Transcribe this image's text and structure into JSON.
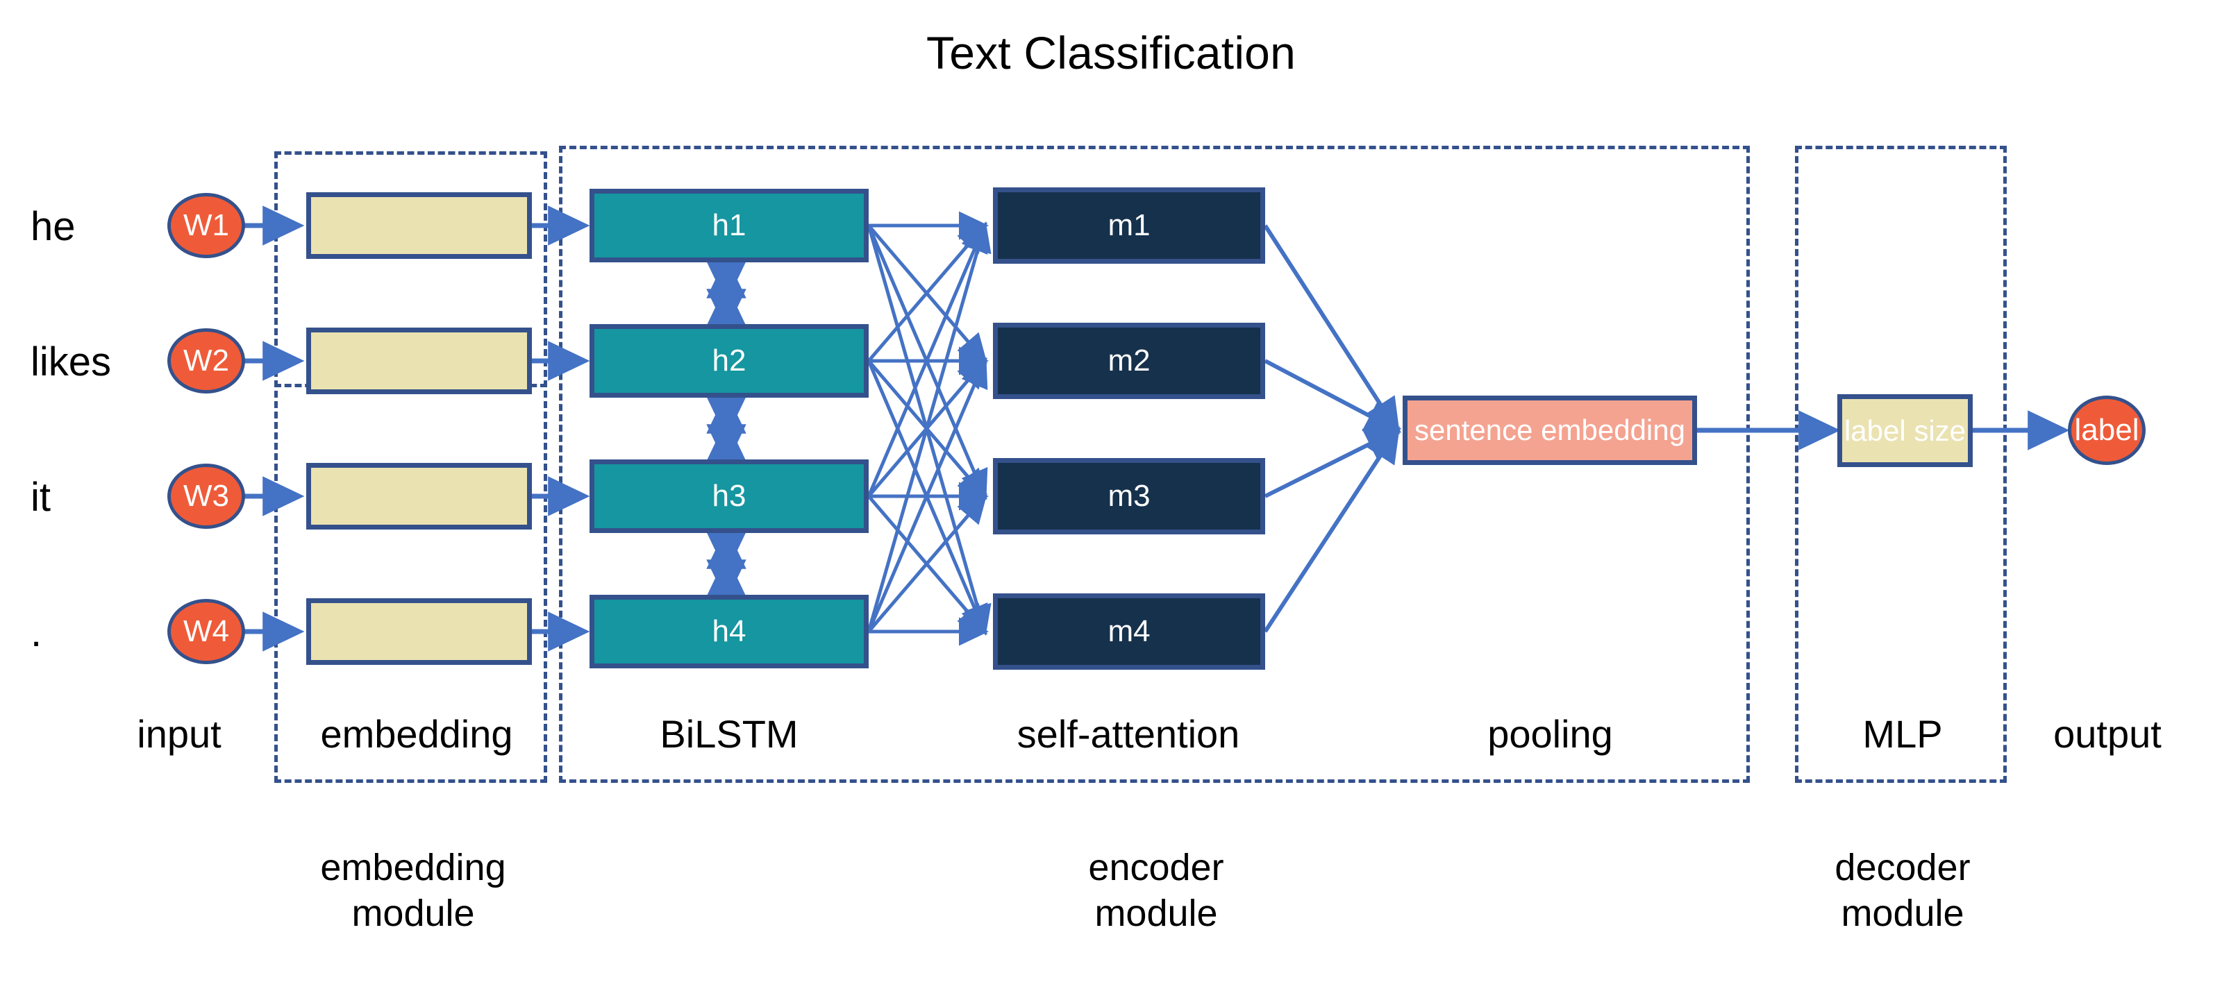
{
  "title": "Text Classification",
  "colors": {
    "stroke_blue": "#34518C",
    "arrow_blue": "#4472C4",
    "word_circle": "#EF5B39",
    "embedding_fill": "#EAE2B1",
    "bilstm_fill": "#1596A0",
    "attention_fill": "#16314C",
    "sentence_fill": "#F4A391",
    "background": "#FFFFFF",
    "text_dark": "#000000",
    "text_light": "#FFFFFF"
  },
  "input_words": [
    "he",
    "likes",
    "it",
    "."
  ],
  "word_tokens": [
    "W1",
    "W2",
    "W3",
    "W4"
  ],
  "embedding_boxes": [
    "",
    "",
    "",
    ""
  ],
  "bilstm_states": [
    "h1",
    "h2",
    "h3",
    "h4"
  ],
  "attention_states": [
    "m1",
    "m2",
    "m3",
    "m4"
  ],
  "pooling_box": "sentence embedding",
  "mlp_box": "label size",
  "output_node": "label",
  "stage_captions": {
    "input": "input",
    "embedding": "embedding",
    "bilstm": "BiLSTM",
    "self_attention": "self-attention",
    "pooling": "pooling",
    "mlp": "MLP",
    "output": "output"
  },
  "module_labels": {
    "embedding_module": "embedding\nmodule",
    "encoder_module": "encoder\nmodule",
    "decoder_module": "decoder\nmodule"
  },
  "chart_data": {
    "type": "diagram",
    "title": "Text Classification",
    "description": "Neural text classification pipeline: input tokens -> embedding -> BiLSTM -> self-attention -> pooling -> MLP -> label",
    "layers": [
      {
        "name": "input",
        "nodes": [
          "he",
          "likes",
          "it",
          "."
        ]
      },
      {
        "name": "tokens",
        "nodes": [
          "W1",
          "W2",
          "W3",
          "W4"
        ]
      },
      {
        "name": "embedding",
        "nodes": [
          "",
          "",
          "",
          ""
        ]
      },
      {
        "name": "BiLSTM",
        "nodes": [
          "h1",
          "h2",
          "h3",
          "h4"
        ]
      },
      {
        "name": "self-attention",
        "nodes": [
          "m1",
          "m2",
          "m3",
          "m4"
        ]
      },
      {
        "name": "pooling",
        "nodes": [
          "sentence embedding"
        ]
      },
      {
        "name": "MLP",
        "nodes": [
          "label size"
        ]
      },
      {
        "name": "output",
        "nodes": [
          "label"
        ]
      }
    ],
    "modules": [
      "embedding module",
      "encoder module",
      "decoder module"
    ],
    "connectivity": {
      "bilstm_to_attention": "fully-connected 4x4",
      "bilstm_internal": "bidirectional between adjacent states",
      "attention_to_pooling": "4 to 1 convergent"
    }
  }
}
